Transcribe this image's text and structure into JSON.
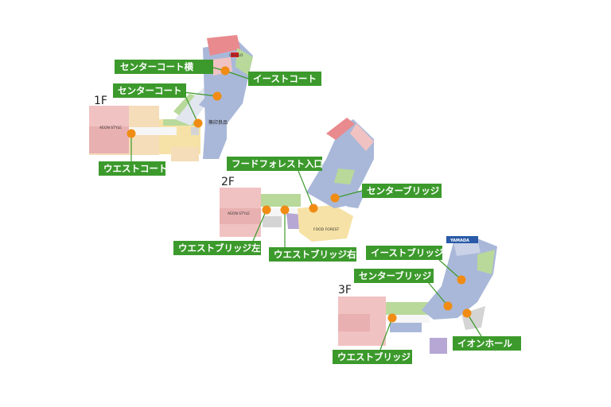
{
  "colors": {
    "tag_bg": "#3c9a2c",
    "marker": "#f08c14",
    "red": "#e88a8e",
    "pink": "#f1c2c2",
    "green": "#b8d99a",
    "blue": "#a9b8d9",
    "lavender": "#b6a7d4",
    "yellow": "#f6e2a6",
    "beige": "#f4ddb8",
    "gray": "#d4d4d4",
    "corridor": "#f6f6f6"
  },
  "floors": [
    {
      "label": "1F",
      "stores": [
        {
          "text": "AEON STYLE"
        },
        {
          "text": "無印良品"
        },
        {
          "text": "UNIQLO"
        }
      ],
      "points": [
        {
          "label": "センターコート横"
        },
        {
          "label": "イーストコート"
        },
        {
          "label": "センターコート"
        },
        {
          "label": "ウエストコート"
        }
      ]
    },
    {
      "label": "2F",
      "stores": [
        {
          "text": "AEON STYLE"
        },
        {
          "text": "FOOD FOREST"
        }
      ],
      "points": [
        {
          "label": "フードフォレスト入口"
        },
        {
          "label": "センターブリッジ"
        },
        {
          "label": "ウエストブリッジ左"
        },
        {
          "label": "ウエストブリッジ右"
        }
      ]
    },
    {
      "label": "3F",
      "stores": [
        {
          "text": "YAMADA"
        }
      ],
      "points": [
        {
          "label": "イーストブリッジ"
        },
        {
          "label": "センターブリッジ"
        },
        {
          "label": "ウエストブリッジ"
        },
        {
          "label": "イオンホール"
        }
      ]
    }
  ]
}
